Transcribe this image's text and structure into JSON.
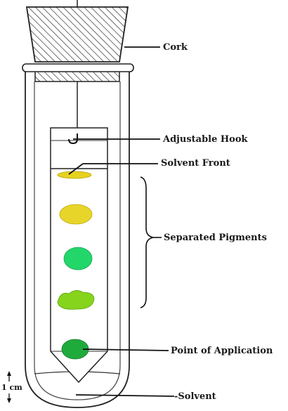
{
  "labels": {
    "cork": "Cork",
    "hook": "Adjustable Hook",
    "front": "Solvent Front",
    "pigments": "Separated Pigments",
    "application": "Point of Application",
    "scale": "1 cm",
    "solvent": "-Solvent"
  },
  "colors": {
    "ink": "#1a1a1a",
    "yellow": "#e6d21e",
    "green": "#22d66a",
    "yellowgreen": "#86d41c",
    "darkgreen": "#1faa3c"
  }
}
